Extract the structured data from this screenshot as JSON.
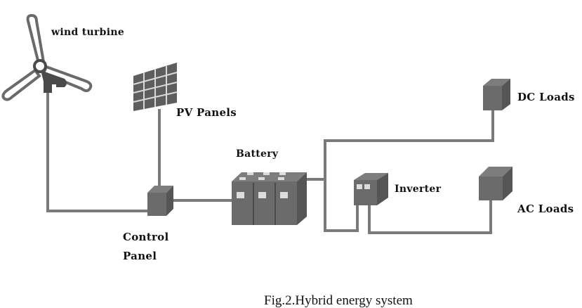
{
  "diagram": {
    "labels": {
      "wind_turbine": "wind turbine",
      "pv_panels": "PV Panels",
      "battery": "Battery",
      "control_panel_line1": "Control",
      "control_panel_line2": "Panel",
      "inverter": "Inverter",
      "dc_loads": "DC Loads",
      "ac_loads": "AC Loads"
    },
    "caption": "Fig.2.Hybrid energy system",
    "colors": {
      "wire": "#7a7a7a",
      "box": "#6b6b6b",
      "box_side": "#555555",
      "box_top": "#7d7d7d",
      "dark": "#4a4a4a",
      "panel_cell": "#666666"
    },
    "connections": [
      {
        "from": "wind turbine",
        "to": "Control Panel"
      },
      {
        "from": "PV Panels",
        "to": "Control Panel"
      },
      {
        "from": "Control Panel",
        "to": "Battery"
      },
      {
        "from": "Battery",
        "to": "DC Loads"
      },
      {
        "from": "Battery",
        "to": "Inverter"
      },
      {
        "from": "Inverter",
        "to": "AC Loads"
      }
    ]
  }
}
